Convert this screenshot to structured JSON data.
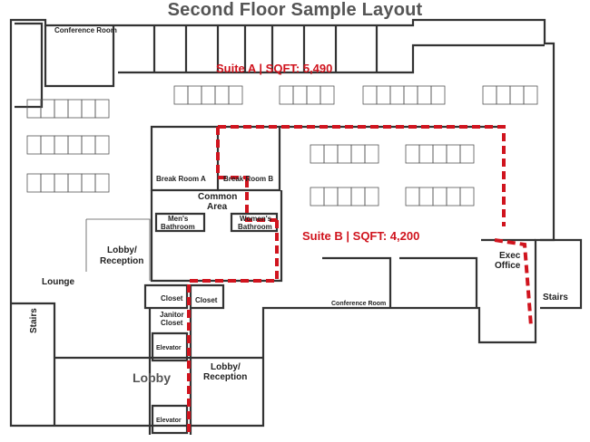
{
  "title": "Second Floor Sample Layout",
  "suites": [
    {
      "label": "Suite A | SQFT: 5,490"
    },
    {
      "label": "Suite B | SQFT: 4,200"
    }
  ],
  "rooms": {
    "conference_top": "Conference Room",
    "break_a": "Break Room A",
    "break_b": "Break Room B",
    "common_1": "Common",
    "common_2": "Area",
    "mens_1": "Men's",
    "mens_2": "Bathroom",
    "womens_1": "Women's",
    "womens_2": "Bathroom",
    "lobby_rec_left_1": "Lobby/",
    "lobby_rec_left_2": "Reception",
    "lounge": "Lounge",
    "closet_left": "Closet",
    "closet_right": "Closet",
    "janitor_1": "Janitor",
    "janitor_2": "Closet",
    "elevator_top": "Elevator",
    "elevator_bottom": "Elevator",
    "lobby": "Lobby",
    "lobby_rec_right_1": "Lobby/",
    "lobby_rec_right_2": "Reception",
    "stairs_left": "Stairs",
    "stairs_right": "Stairs",
    "exec_1": "Exec",
    "exec_2": "Office",
    "conference_bottom": "Conference Room"
  },
  "colors": {
    "suite_outline": "#d0141e",
    "walls": "#333333",
    "title": "#555555"
  }
}
